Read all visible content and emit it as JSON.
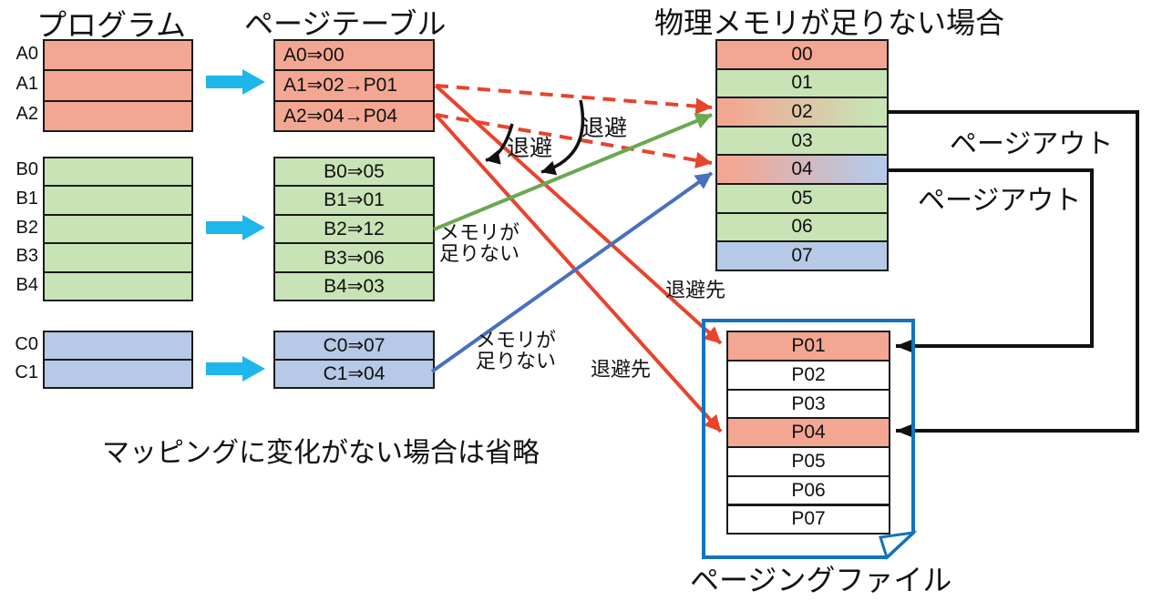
{
  "titles": {
    "program": "プログラム",
    "page_table": "ページテーブル",
    "memory": "物理メモリが足りない場合",
    "paging_file": "ページングファイル",
    "note": "マッピングに変化がない場合は省略"
  },
  "colors": {
    "salmon": "#F3A793",
    "green": "#C8E3B5",
    "blue": "#B6C9E6",
    "white": "#FFFFFF",
    "border": "#1a1a1a",
    "cyan_arrow": "#1FB6EB",
    "red_arrow": "#E8432D",
    "green_arrow": "#6AA852",
    "blue_arrow": "#4870BE",
    "black_line": "#111111",
    "file_border": "#1273BF"
  },
  "program_tables": [
    {
      "name": "A",
      "fill": "salmon",
      "rows": [
        "A0",
        "A1",
        "A2"
      ],
      "page_entries": [
        "A0⇒00",
        "A1⇒02→P01",
        "A2⇒04→P04"
      ],
      "entry_align": "left"
    },
    {
      "name": "B",
      "fill": "green",
      "rows": [
        "B0",
        "B1",
        "B2",
        "B3",
        "B4"
      ],
      "page_entries": [
        "B0⇒05",
        "B1⇒01",
        "B2⇒12",
        "B3⇒06",
        "B4⇒03"
      ],
      "entry_align": "center"
    },
    {
      "name": "C",
      "fill": "blue",
      "rows": [
        "C0",
        "C1"
      ],
      "page_entries": [
        "C0⇒07",
        "C1⇒04"
      ],
      "entry_align": "center"
    }
  ],
  "memory_cells": [
    {
      "label": "00",
      "fill": "salmon"
    },
    {
      "label": "01",
      "fill": "green"
    },
    {
      "label": "02",
      "fill": "gradient-salmon-green"
    },
    {
      "label": "03",
      "fill": "green"
    },
    {
      "label": "04",
      "fill": "gradient-salmon-blue"
    },
    {
      "label": "05",
      "fill": "green"
    },
    {
      "label": "06",
      "fill": "green"
    },
    {
      "label": "07",
      "fill": "blue"
    }
  ],
  "paging_file_cells": [
    {
      "label": "P01",
      "fill": "salmon"
    },
    {
      "label": "P02",
      "fill": "white"
    },
    {
      "label": "P03",
      "fill": "white"
    },
    {
      "label": "P04",
      "fill": "salmon"
    },
    {
      "label": "P05",
      "fill": "white"
    },
    {
      "label": "P06",
      "fill": "white"
    },
    {
      "label": "P07",
      "fill": "white"
    }
  ],
  "annotations": {
    "page_out_1": "ページアウト",
    "page_out_2": "ページアウト",
    "taihi_left": "退避",
    "taihi_right": "退避",
    "taihisaki_upper": "退避先",
    "taihisaki_lower": "退避先",
    "memory_short_b": {
      "line1": "メモリが",
      "line2": "足りない"
    },
    "memory_short_c": {
      "line1": "メモリが",
      "line2": "足りない"
    }
  }
}
